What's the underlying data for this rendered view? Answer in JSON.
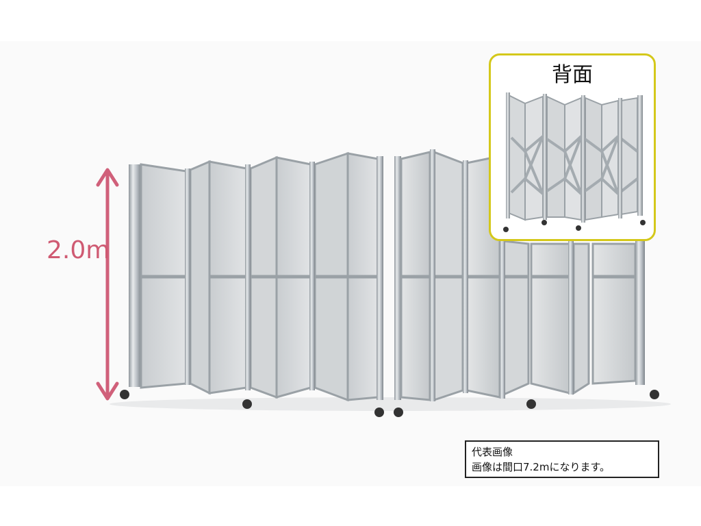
{
  "image": {
    "subject": "folding-accordion-partition",
    "height_label": "2.0m",
    "inset": {
      "title": "背面"
    },
    "note": {
      "line1": "代表画像",
      "line2": "画像は間口7.2mになります。"
    },
    "colors": {
      "arrow": "#d0607a",
      "inset_border": "#d4c81a",
      "aluminum": "#b9bfc4",
      "panel": "#d5d8da",
      "note_border": "#222222"
    }
  }
}
